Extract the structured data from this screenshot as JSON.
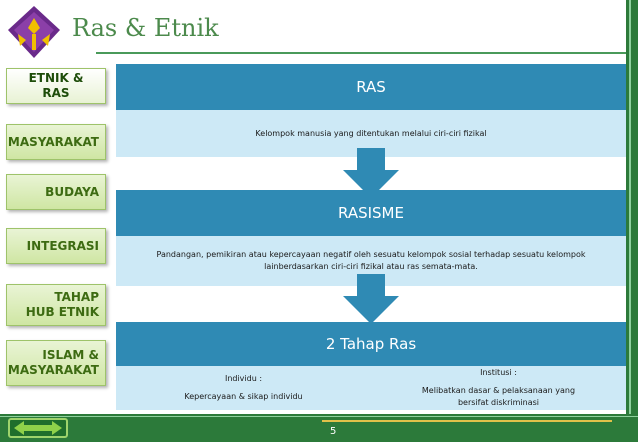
{
  "slide": {
    "title": "Ras & Etnik",
    "page_number": "5"
  },
  "nav": {
    "items": [
      {
        "label": "ETNIK & RAS"
      },
      {
        "label": "MASYARAKAT"
      },
      {
        "label": "BUDAYA"
      },
      {
        "label": "INTEGRASI"
      },
      {
        "label_line1": "TAHAP",
        "label_line2": "HUB ETNIK"
      },
      {
        "label_line1": "ISLAM &",
        "label_line2": "MASYARAKAT"
      }
    ]
  },
  "diagram": {
    "level1": {
      "heading": "RAS",
      "body": "Kelompok manusia yang ditentukan melalui ciri-ciri fizikal"
    },
    "level2": {
      "heading": "RASISME",
      "body": "Pandangan, pemikiran atau kepercayaan negatif oleh sesuatu kelompok sosial terhadap sesuatu kelompok lainberdasarkan ciri-ciri fizikal atau ras semata-mata."
    },
    "level3": {
      "heading": "2 Tahap Ras",
      "left_title": "Individu :",
      "left_body": "Kepercayaan & sikap individu",
      "right_title": "Institusi :",
      "right_body": "Melibatkan dasar & pelaksanaan yang bersifat diskriminasi"
    }
  },
  "colors": {
    "band_heading": "#2f8ab4",
    "band_body": "#cde9f6",
    "frame_green": "#2c7a3a",
    "title_green": "#4c8a4c"
  },
  "icons": {
    "logo": "uitm-logo-icon",
    "nav_arrows": "left-right-arrow-icon",
    "flow_arrow": "down-arrow-icon"
  }
}
